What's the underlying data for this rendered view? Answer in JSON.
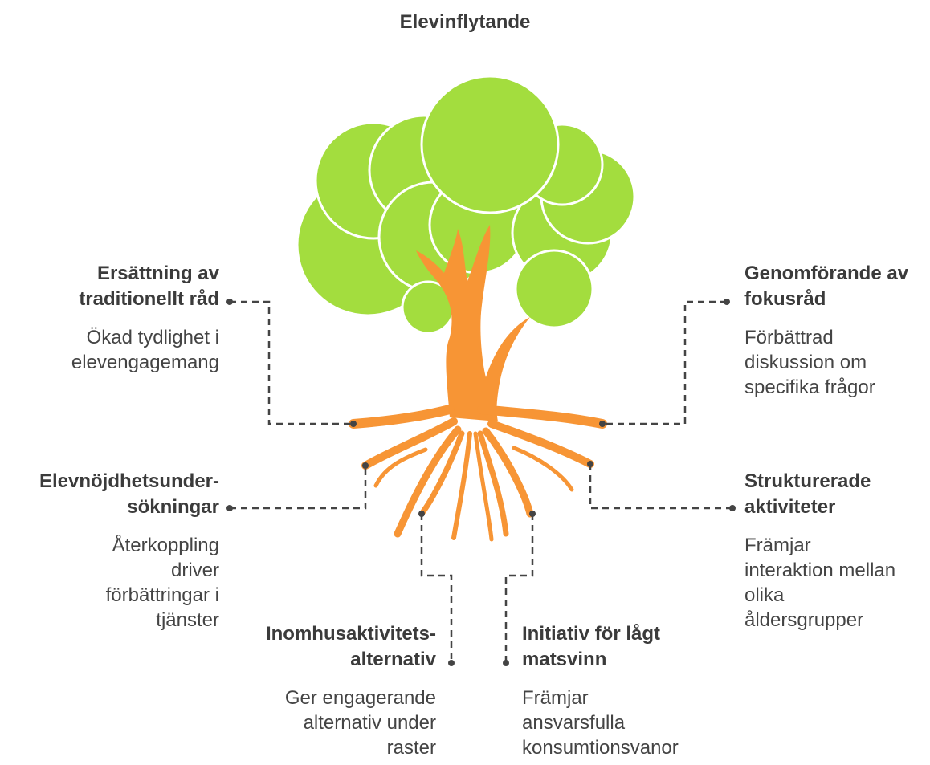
{
  "title": "Elevinflytande",
  "colors": {
    "canopy": "#a3dd3e",
    "trunk": "#f79535",
    "text": "#3b3b3b",
    "connector": "#444444"
  },
  "items": [
    {
      "heading": "Ersättning av\ntraditionellt råd",
      "description": "Ökad tydlighet i\nelevengagemang"
    },
    {
      "heading": "Genomförande av\nfokusråd",
      "description": "Förbättrad\ndiskussion om\nspecifika frågor"
    },
    {
      "heading": "Elevnöjdhetsunder-\nsökningar",
      "description": "Återkoppling\ndriver\nförbättringar i\ntjänster"
    },
    {
      "heading": "Strukturerade\naktiviteter",
      "description": "Främjar\ninteraktion mellan\nolika\nåldersgrupper"
    },
    {
      "heading": "Inomhusaktivitets-\nalternativ",
      "description": "Ger engagerande\nalternativ under\nraster"
    },
    {
      "heading": "Initiativ för lågt\nmatsvinn",
      "description": "Främjar\nansvarsfulla\nkonsumtionsvanor"
    }
  ]
}
